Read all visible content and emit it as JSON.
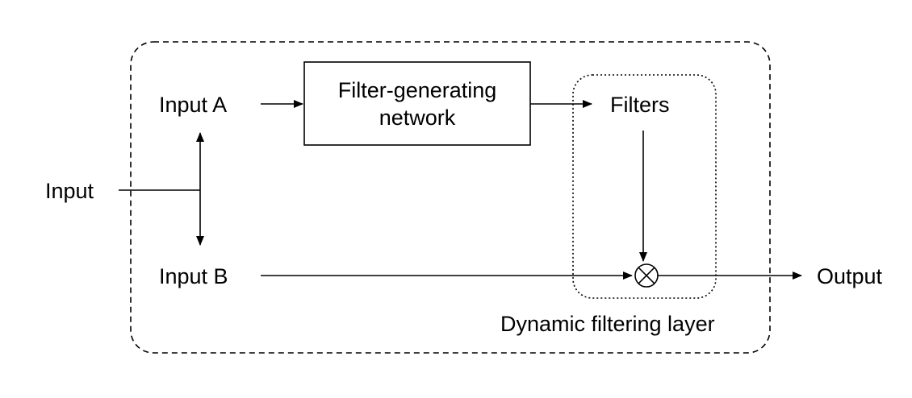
{
  "diagram": {
    "input_label": "Input",
    "input_a_label": "Input A",
    "input_b_label": "Input B",
    "network_line1": "Filter-generating",
    "network_line2": "network",
    "filters_label": "Filters",
    "output_label": "Output",
    "layer_label": "Dynamic filtering layer"
  }
}
